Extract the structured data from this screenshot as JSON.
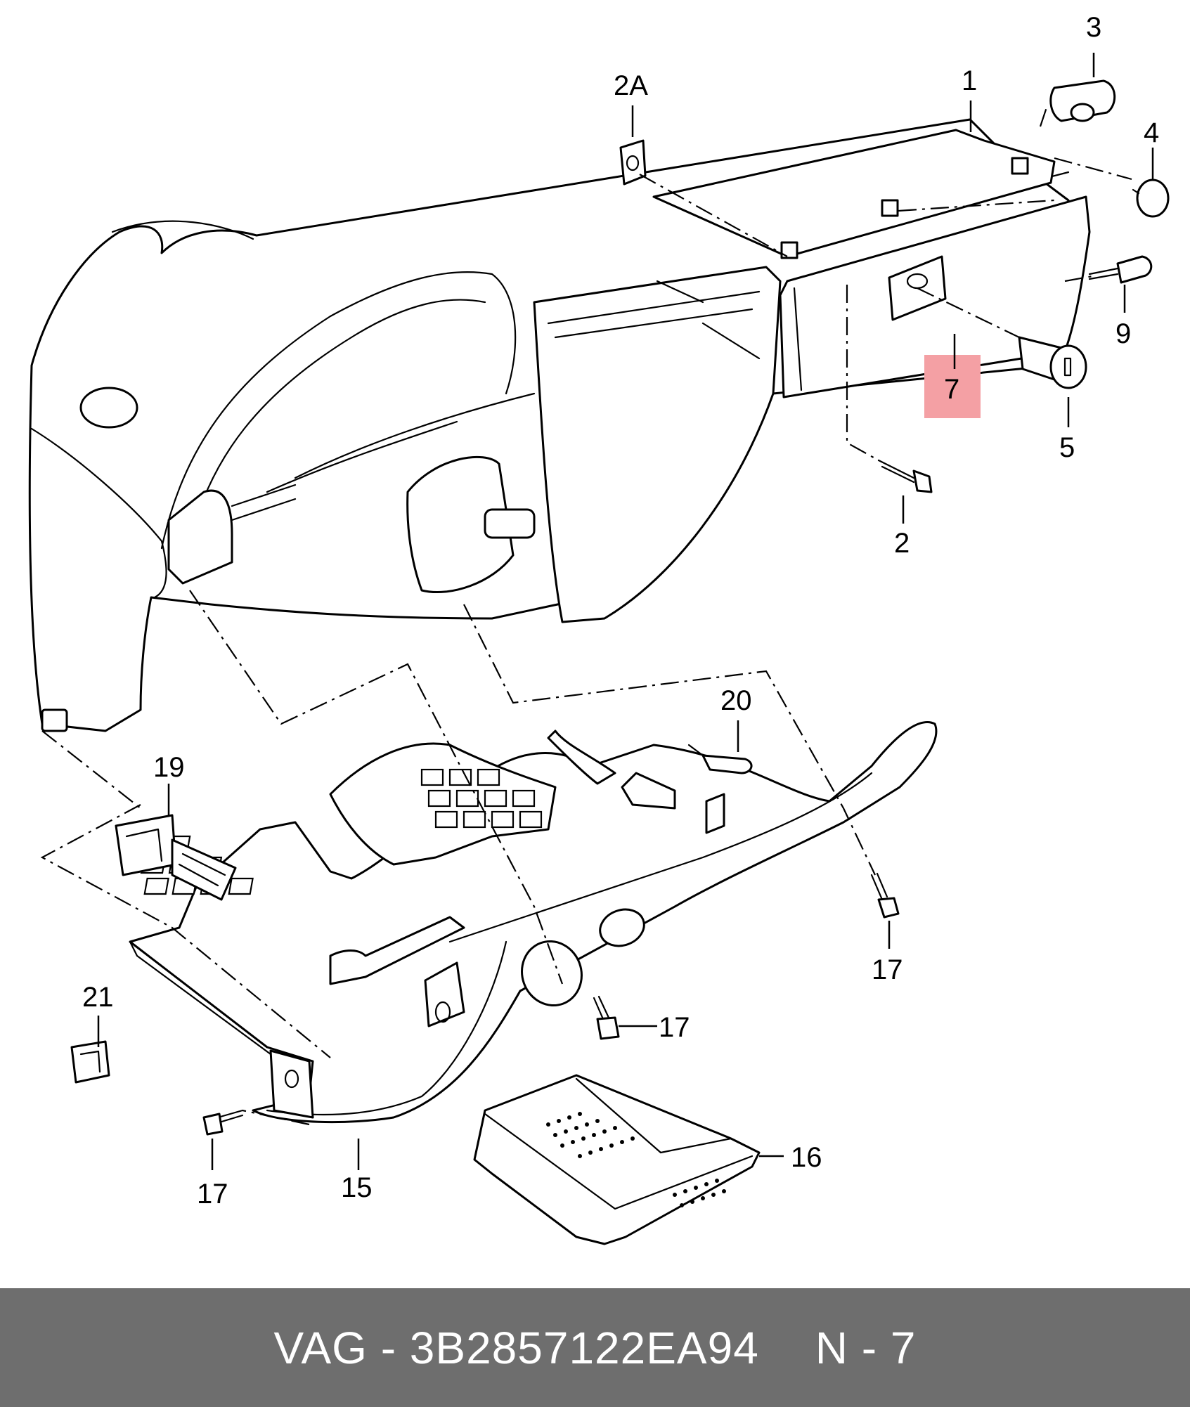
{
  "callouts": {
    "c1": "1",
    "c2": "2",
    "c2a": "2A",
    "c3": "3",
    "c4": "4",
    "c5": "5",
    "c7": "7",
    "c9": "9",
    "c15": "15",
    "c16": "16",
    "c17a": "17",
    "c17b": "17",
    "c17c": "17",
    "c19": "19",
    "c20": "20",
    "c21": "21"
  },
  "footer": {
    "part_label": "VAG - 3B2857122EA94",
    "page_ref": "N - 7"
  },
  "colors": {
    "highlight": "#f4a0a4",
    "footer_bg": "#6e6e6e"
  }
}
